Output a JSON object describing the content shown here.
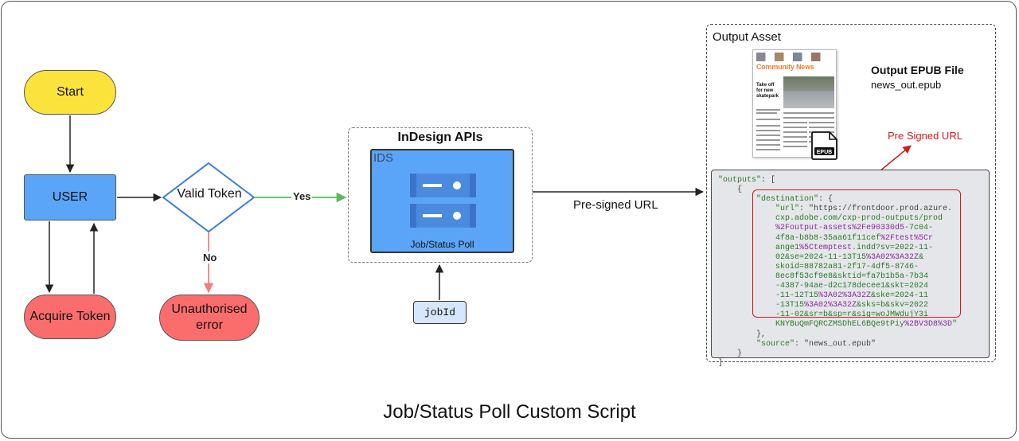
{
  "nodes": {
    "start": "Start",
    "user": "USER",
    "acquire_token": "Acquire Token",
    "valid_token": "Valid Token",
    "unauthorised": "Unauthorised error"
  },
  "edges": {
    "yes": "Yes",
    "no": "No",
    "presigned": "Pre-signed URL"
  },
  "indesign": {
    "group_title": "InDesign APIs",
    "ids_label": "IDS",
    "caption": "Job/Status Poll",
    "input": "jobId"
  },
  "output": {
    "title": "Output Asset",
    "epub_title": "Output EPUB File",
    "epub_filename": "news_out.epub",
    "thumbnail_masthead": "Community News",
    "thumbnail_headline": "Take off for new skatepark",
    "epub_icon_label": "EPUB",
    "presigned_annotation": "Pre Signed URL"
  },
  "code": {
    "l1_key": "\"outputs\"",
    "l1_rest": ": [",
    "l2": "{",
    "l3_key": "\"destination\"",
    "l3_rest": ": {",
    "l4_key": "\"url\"",
    "l4_rest": ": \"https://frontdoor.prod.azure.",
    "l5": "cxp.adobe.com/cxp-prod-outputs/prod",
    "l6a": "%2Foutput-assets%2Fe90330d5",
    "l6b": "-7c04-",
    "l7": "4f8a-b8b8-35aa61f11cef",
    "l7b": "%2Ftest%5Cr",
    "l8a": "ange1",
    "l8b": "%5Ctemptest",
    "l8c": ".indd?sv=2022-11-",
    "l9a": "02&se=2024-11-13T15",
    "l9b": "%3A02%3A32Z",
    "l9c": "&",
    "l10": "skoid=88782a81-2f17-4df5-8746-",
    "l11": "8ec8f53cf9e8&sktid=fa7b1b5a-7b34",
    "l12": "-4387-94ae-d2c178decee1&skt=2024",
    "l13a": "-11-12T15",
    "l13b": "%3A02%3A32Z",
    "l13c": "&ske=2024-11",
    "l14a": "-13T15",
    "l14b": "%3A02%3A32Z",
    "l14c": "&sks=b&skv=2022",
    "l15": "-11-02&sr=b&sp=r&sig=woJMWdujY3i",
    "l16a": "KNYBuQmFQRCZMSDhEL6BQe9tPiy",
    "l16b": "%2BV3D8%3D",
    "l16c": "\"",
    "l17": "},",
    "l18_key": "\"source\"",
    "l18_rest": ": \"news_out.epub\"",
    "l19": "}",
    "l20": "]"
  },
  "footer_title": "Job/Status Poll Custom Script",
  "colors": {
    "start": "#fce33b",
    "user": "#5aa5f7",
    "error": "#fb6d6d",
    "yes_arrow": "#5cb85c",
    "no_arrow": "#f08080",
    "diamond_border": "#3b7ddd",
    "highlight": "#d21a1a"
  }
}
